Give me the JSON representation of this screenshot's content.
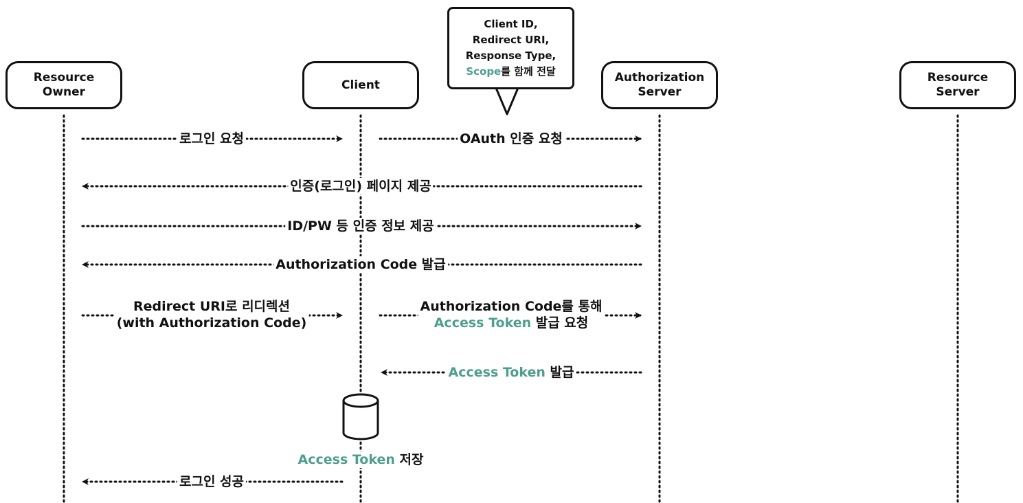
{
  "actors": {
    "resource_owner": [
      "Resource",
      "Owner"
    ],
    "client": "Client",
    "authorization_server": [
      "Authorization",
      "Server"
    ],
    "resource_server": [
      "Resource",
      "Server"
    ]
  },
  "callout": {
    "line1": "Client ID,",
    "line2": "Redirect URI,",
    "line3": "Response Type,",
    "scope": "Scope",
    "suffix": "를 함께 전달"
  },
  "messages": {
    "login_request": "로그인 요청",
    "oauth_request": "OAuth 인증 요청",
    "auth_page": "인증(로그인) 페이지 제공",
    "credentials": "ID/PW 등 인증 정보 제공",
    "auth_code": "Authorization Code 발급",
    "redirect_line1": "Redirect URI로 리디렉션",
    "redirect_line2": "(with Authorization Code)",
    "token_req_line1": "Authorization Code를 통해",
    "token_req_token": "Access Token",
    "token_req_suffix": " 발급 요청",
    "token_issue_token": "Access Token",
    "token_issue_suffix": " 발급",
    "store_token": "Access Token",
    "store_suffix": " 저장",
    "login_success": "로그인 성공"
  },
  "colors": {
    "accent": "#4e9e90",
    "line": "#111111"
  }
}
